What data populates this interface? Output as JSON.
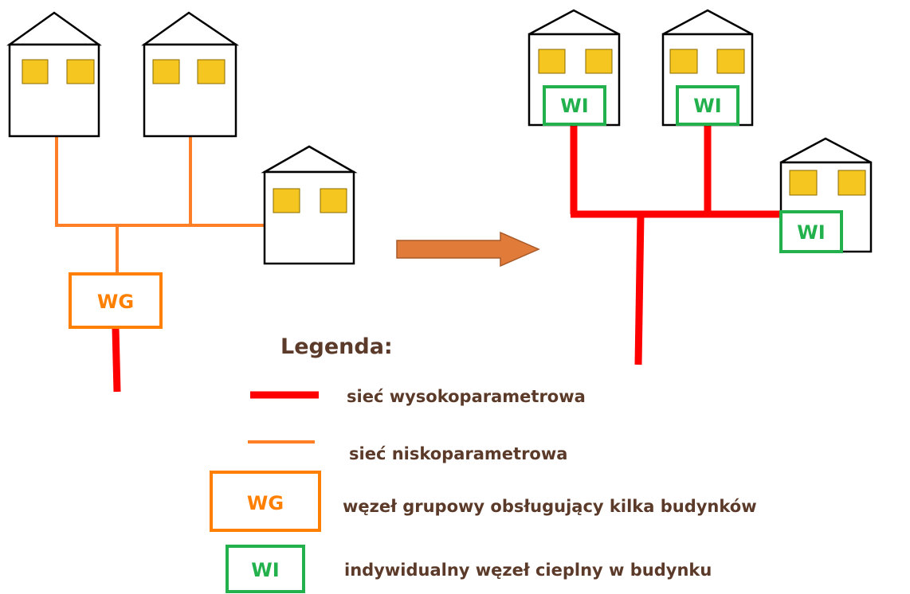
{
  "colors": {
    "high_param": "#ff0000",
    "low_param": "#ff7f27",
    "group_node": "#ff7f00",
    "individual_node": "#22b14c",
    "window": "#f5c520",
    "arrow": "#e07b3a",
    "legend_text": "#5b3a29"
  },
  "icons": {
    "house": "house-icon",
    "window": "window-icon",
    "arrow": "transition-arrow-icon"
  },
  "nodes": {
    "group_label": "WG",
    "individual_label": "WI"
  },
  "legend": {
    "title": "Legenda:",
    "items": [
      {
        "symbol": "thick-red-line",
        "text": "sieć wysokoparametrowa"
      },
      {
        "symbol": "thin-orange-line",
        "text": "sieć niskoparametrowa"
      },
      {
        "symbol": "WG",
        "text": "węzeł grupowy obsługujący kilka budynków"
      },
      {
        "symbol": "WI",
        "text": "indywidualny węzeł cieplny w budynku"
      }
    ]
  }
}
